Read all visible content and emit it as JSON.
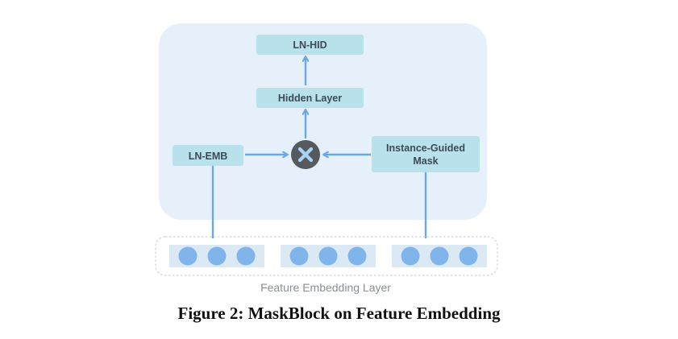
{
  "diagram": {
    "nodes": {
      "ln_hid": "LN-HID",
      "hidden_layer": "Hidden Layer",
      "ln_emb": "LN-EMB",
      "mask_line1": "Instance-Guided",
      "mask_line2": "Mask"
    },
    "operator_icon": "multiply-icon",
    "embedding_layer_label": "Feature Embedding Layer",
    "embedding_groups": 3,
    "circles_per_group": 3
  },
  "caption": "Figure 2: MaskBlock on Feature Embedding",
  "colors": {
    "panel_bg": "#e5f0fb",
    "box_fill": "#b8e1ec",
    "arrow": "#6aa7e3",
    "operator_fill": "#555a5f",
    "operator_cross": "#a9d3f2",
    "embedding_strip": "#dbe9f5",
    "embedding_circle": "#7fb5ea",
    "dashed_border": "#d5d8db"
  }
}
